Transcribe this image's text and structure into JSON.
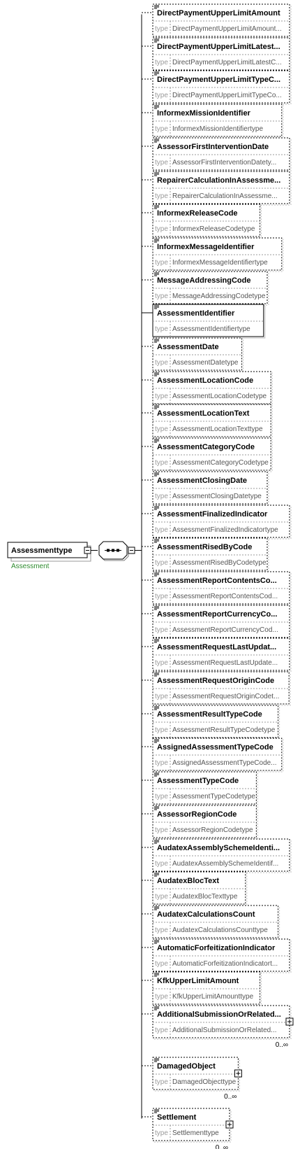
{
  "root": {
    "name": "Assessmenttype",
    "subtitle": "Assessment"
  },
  "type_key": "type",
  "elements": [
    {
      "name": "DirectPaymentUpperLimitAmount",
      "type": "DirectPaymentUpperLimitAmount...",
      "required": false
    },
    {
      "name": "DirectPaymentUpperLimitLatest...",
      "type": "DirectPaymentUpperLimitLatestC...",
      "required": false
    },
    {
      "name": "DirectPaymentUpperLimitTypeC...",
      "type": "DirectPaymentUpperLimitTypeCo...",
      "required": false
    },
    {
      "name": "InformexMissionIdentifier",
      "type": "InformexMissionIdentifiertype",
      "required": false
    },
    {
      "name": "AssessorFirstInterventionDate",
      "type": "AssessorFirstInterventionDatety...",
      "required": false
    },
    {
      "name": "RepairerCalculationInAssessme...",
      "type": "RepairerCalculationInAssessme...",
      "required": false
    },
    {
      "name": "InformexReleaseCode",
      "type": "InformexReleaseCodetype",
      "required": false
    },
    {
      "name": "InformexMessageIdentifier",
      "type": "InformexMessageIdentifiertype",
      "required": false
    },
    {
      "name": "MessageAddressingCode",
      "type": "MessageAddressingCodetype",
      "required": false
    },
    {
      "name": "AssessmentIdentifier",
      "type": "AssessmentIdentifiertype",
      "required": true
    },
    {
      "name": "AssessmentDate",
      "type": "AssessmentDatetype",
      "required": false
    },
    {
      "name": "AssessmentLocationCode",
      "type": "AssessmentLocationCodetype",
      "required": false
    },
    {
      "name": "AssessmentLocationText",
      "type": "AssessmentLocationTexttype",
      "required": false
    },
    {
      "name": "AssessmentCategoryCode",
      "type": "AssessmentCategoryCodetype",
      "required": false
    },
    {
      "name": "AssessmentClosingDate",
      "type": "AssessmentClosingDatetype",
      "required": false
    },
    {
      "name": "AssessmentFinalizedIndicator",
      "type": "AssessmentFinalizedIndicatortype",
      "required": false
    },
    {
      "name": "AssessmentRisedByCode",
      "type": "AssessmentRisedByCodetype",
      "required": false
    },
    {
      "name": "AssessmentReportContentsCo...",
      "type": "AssessmentReportContentsCod...",
      "required": false
    },
    {
      "name": "AssessmentReportCurrencyCo...",
      "type": "AssessmentReportCurrencyCod...",
      "required": false
    },
    {
      "name": "AssessmentRequestLastUpdat...",
      "type": "AssessmentRequestLastUpdate...",
      "required": false
    },
    {
      "name": "AssessmentRequestOriginCode",
      "type": "AssessmentRequestOriginCodet...",
      "required": false
    },
    {
      "name": "AssessmentResultTypeCode",
      "type": "AssessmentResultTypeCodetype",
      "required": false
    },
    {
      "name": "AssignedAssessmentTypeCode",
      "type": "AssignedAssessmentTypeCode...",
      "required": false
    },
    {
      "name": "AssessmentTypeCode",
      "type": "AssessmentTypeCodetype",
      "required": false
    },
    {
      "name": "AssessorRegionCode",
      "type": "AssessorRegionCodetype",
      "required": false
    },
    {
      "name": "AudatexAssemblySchemeIdenti...",
      "type": "AudatexAssemblySchemeIdentif...",
      "required": false
    },
    {
      "name": "AudatexBlocText",
      "type": "AudatexBlocTexttype",
      "required": false
    },
    {
      "name": "AudatexCalculationsCount",
      "type": "AudatexCalculationsCounttype",
      "required": false
    },
    {
      "name": "AutomaticForfeitizationIndicator",
      "type": "AutomaticForfeitizationIndicatort...",
      "required": false
    },
    {
      "name": "KfkUpperLimitAmount",
      "type": "KfkUpperLimitAmounttype",
      "required": false
    },
    {
      "name": "AdditionalSubmissionOrRelated...",
      "type": "AdditionalSubmissionOrRelated...",
      "required": false,
      "expandable": true,
      "cardinality": "0..∞"
    },
    {
      "name": "DamagedObject",
      "type": "DamagedObjecttype",
      "required": false,
      "expandable": true,
      "cardinality": "0..∞"
    },
    {
      "name": "Settlement",
      "type": "Settlementtype",
      "required": false,
      "expandable": true,
      "cardinality": "0..∞"
    }
  ]
}
